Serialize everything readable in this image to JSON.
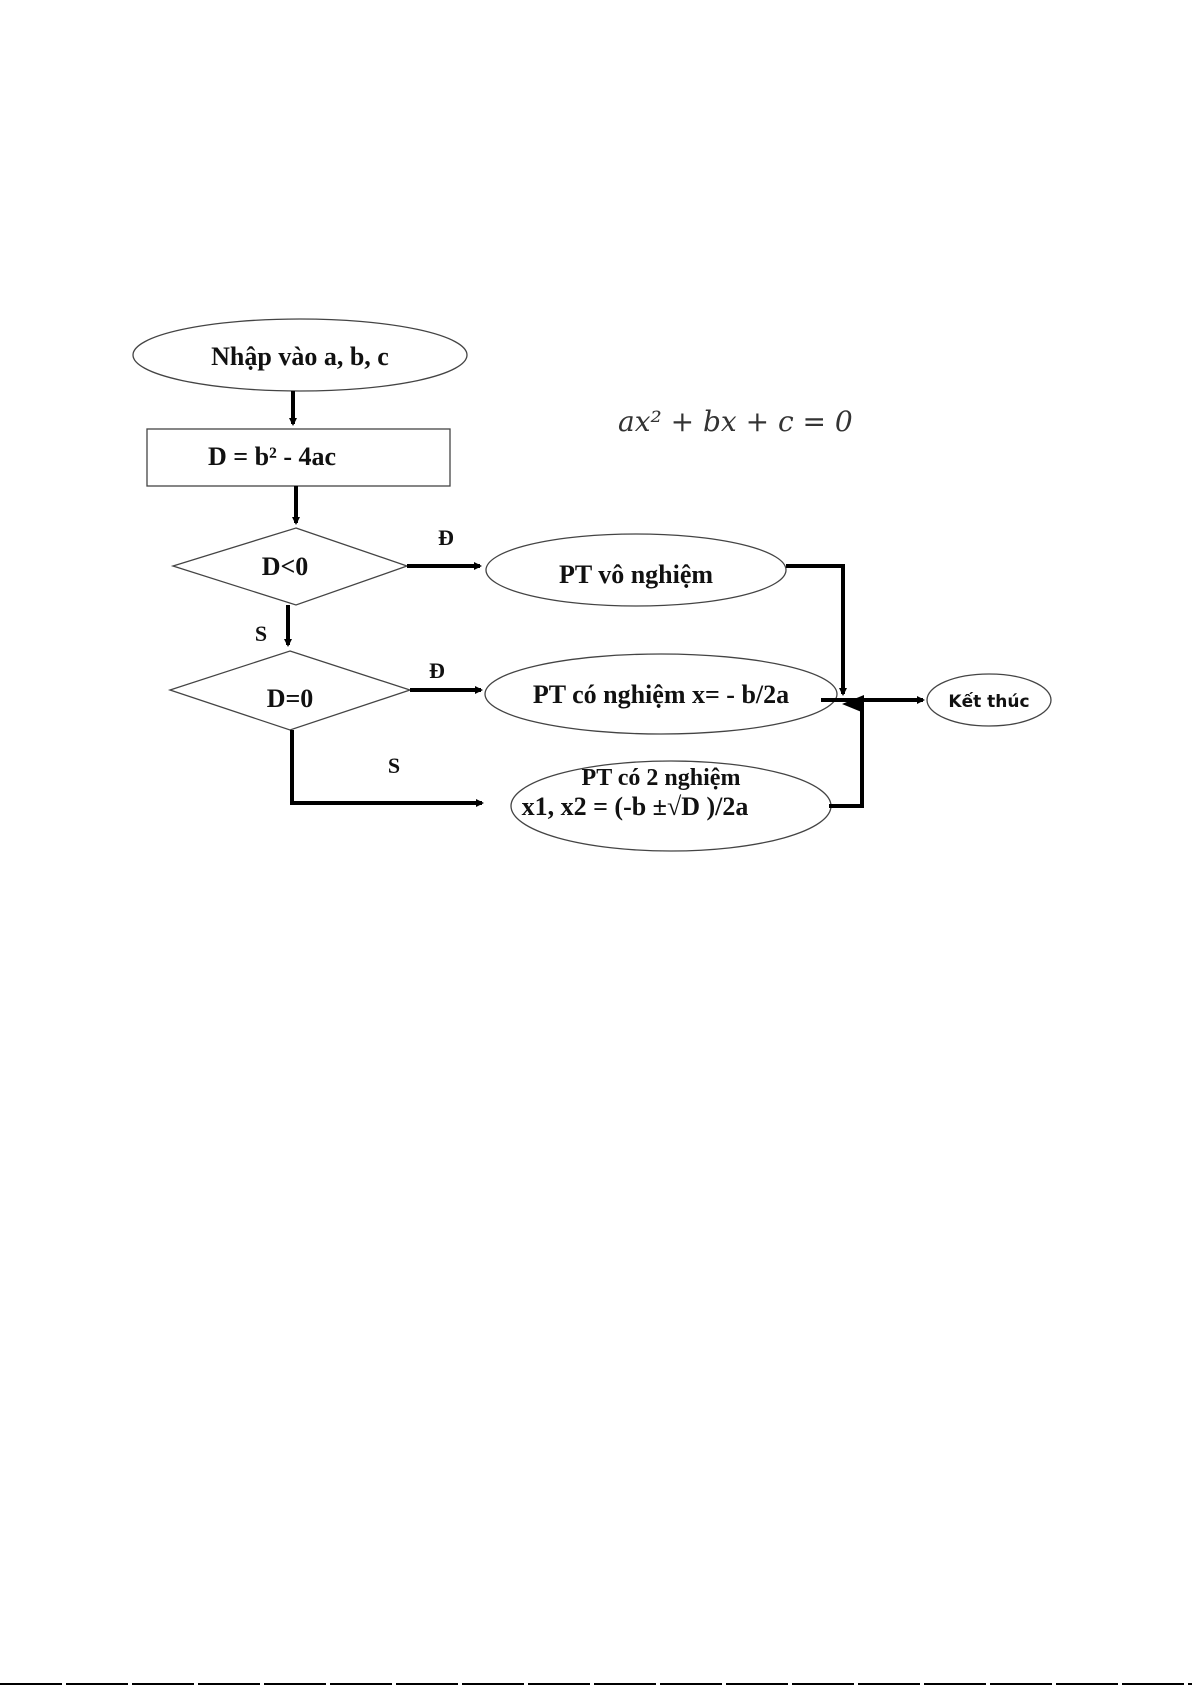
{
  "diagram": {
    "title_equation": "ax² + bx + c = 0",
    "nodes": {
      "input": "Nhập vào a, b, c",
      "compute": "D = b² - 4ac",
      "check_negative": "D<0",
      "check_zero": "D=0",
      "no_solution": "PT vô nghiệm",
      "one_solution": "PT có nghiệm x= - b/2a",
      "two_solutions_line1": "PT có 2 nghiệm",
      "two_solutions_line2": "x1, x2 = (-b ±√D )/2a",
      "end": "Kết thúc"
    },
    "branch_labels": {
      "negative_true": "Đ",
      "negative_false": "S",
      "zero_true": "Đ",
      "zero_false": "S"
    }
  }
}
